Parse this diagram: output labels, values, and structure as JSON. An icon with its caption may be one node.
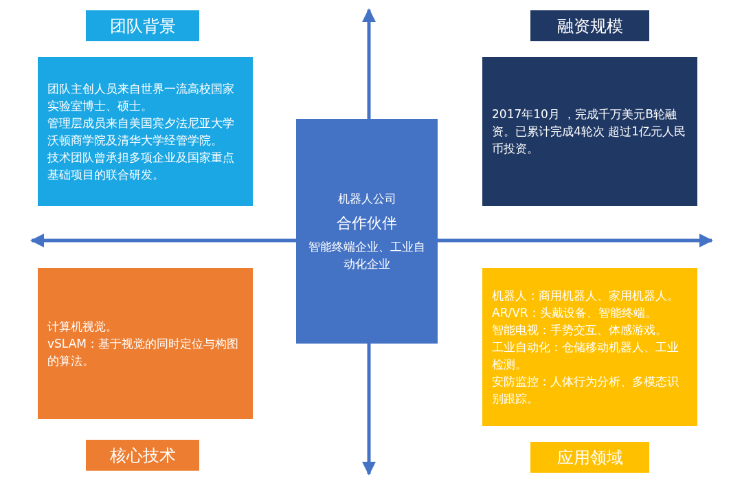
{
  "diagram": {
    "nodes": [
      {
        "text": [
          "团队背景"
        ]
      },
      {
        "text": [
          "团队主创人员来自世界一流高校国家实验室博士、硕士。",
          "管理层成员来自美国宾夕法尼亚大学沃顿商学院及清华大学经管学院。",
          "技术团队曾承担多项企业及国家重点基础项目的联合研发。"
        ]
      },
      {
        "text": [
          "融资规模"
        ]
      },
      {
        "text": [
          "2017年10月 ，完成千万美元B轮融资。已累计完成4轮次  超过1亿元人民币投资。"
        ]
      },
      {
        "text": [
          "机器人公司",
          "合作伙伴",
          "智能终端企业、工业自动化企业"
        ]
      },
      {
        "text": [
          "计算机视觉。",
          "vSLAM：基于视觉的同时定位与构图的算法。"
        ]
      },
      {
        "text": [
          "核心技术"
        ]
      },
      {
        "text": [
          "机器人：商用机器人、家用机器人。",
          "AR/VR：头戴设备、智能终端。",
          "智能电视：手势交互、体感游戏。",
          "工业自动化：仓储移动机器人、工业检测。",
          "安防监控：人体行为分析、多模态识别跟踪。"
        ]
      },
      {
        "text": [
          "应用领域"
        ]
      }
    ]
  }
}
